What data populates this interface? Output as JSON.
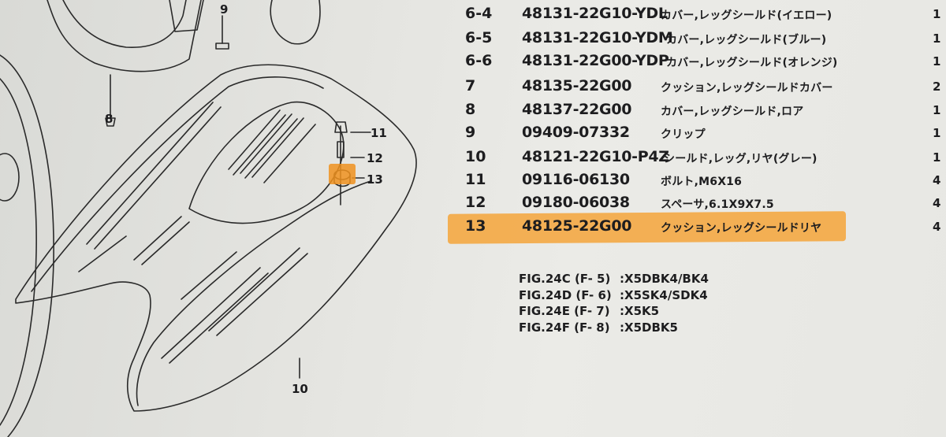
{
  "parts": [
    {
      "no": "6-4",
      "part": "48131-22G10-YDL",
      "desc": "カバー,レッグシールド(イエロー)",
      "qty": "1"
    },
    {
      "no": "6-5",
      "part": "48131-22G10-YDM",
      "desc": "カバー,レッグシールド(ブルー)",
      "qty": "1"
    },
    {
      "no": "6-6",
      "part": "48131-22G00-YDP",
      "desc": "カバー,レッグシールド(オレンジ)",
      "qty": "1"
    },
    {
      "no": "7",
      "part": "48135-22G00",
      "desc": "クッション,レッグシールドカバー",
      "qty": "2"
    },
    {
      "no": "8",
      "part": "48137-22G00",
      "desc": "カバー,レッグシールド,ロア",
      "qty": "1"
    },
    {
      "no": "9",
      "part": "09409-07332",
      "desc": "クリップ",
      "qty": "1"
    },
    {
      "no": "10",
      "part": "48121-22G10-P4Z",
      "desc": "シールド,レッグ,リヤ(グレー)",
      "qty": "1"
    },
    {
      "no": "11",
      "part": "09116-06130",
      "desc": "ボルト,M6X16",
      "qty": "4"
    },
    {
      "no": "12",
      "part": "09180-06038",
      "desc": "スペーサ,6.1X9X7.5",
      "qty": "4"
    },
    {
      "no": "13",
      "part": "48125-22G00",
      "desc": "クッション,レッグシールドリヤ",
      "qty": "4"
    }
  ],
  "figures": [
    {
      "label": "FIG.24C (F- 5)",
      "value": ":X5DBK4/BK4"
    },
    {
      "label": "FIG.24D (F- 6)",
      "value": ":X5SK4/SDK4"
    },
    {
      "label": "FIG.24E (F- 7)",
      "value": ":X5K5"
    },
    {
      "label": "FIG.24F (F- 8)",
      "value": ":X5DBK5"
    }
  ],
  "diagram_callouts": {
    "c9": "9",
    "c8": "8",
    "c11": "11",
    "c12": "12",
    "c13": "13",
    "c10": "10"
  },
  "colors": {
    "highlight": "#f4a43a",
    "ink": "#1d1d1f",
    "paper": "#e6e6e2"
  }
}
